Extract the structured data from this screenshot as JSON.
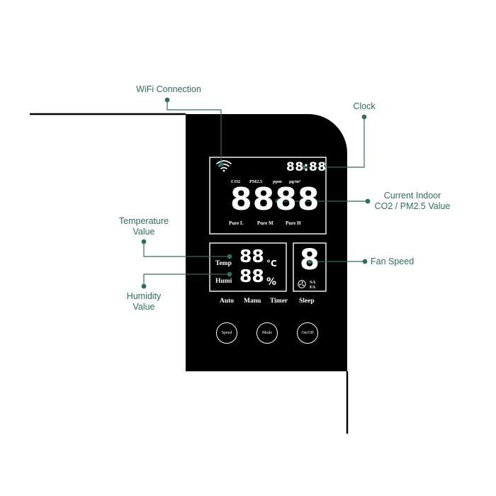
{
  "callouts": {
    "wifi": "WiFi Connection",
    "clock": "Clock",
    "indoor_line1": "Current Indoor",
    "indoor_line2": "CO2 / PM2.5 Value",
    "temp_line1": "Temperature",
    "temp_line2": "Value",
    "fan": "Fan Speed",
    "humi_line1": "Humidity",
    "humi_line2": "Value"
  },
  "display": {
    "clock": "88:88",
    "units": {
      "co2": "CO2",
      "pm25": "PM2.5",
      "ppm": "ppm",
      "ugm3": "μg/m³"
    },
    "main_value": "8888",
    "pure_levels": {
      "low": "Pure L",
      "medium": "Pure M",
      "high": "Pure H"
    },
    "temp_label": "Temp",
    "temp_value": "88",
    "temp_unit": "°C",
    "humi_label": "Humi",
    "humi_value": "88",
    "humi_unit": "%",
    "fan_digit": "8",
    "fan_mark_top": "SA",
    "fan_mark_bottom": "FA",
    "modes": {
      "auto": "Auto",
      "manu": "Manu",
      "timer": "Timer",
      "sleep": "Sleep"
    }
  },
  "buttons": {
    "speed": "Speed",
    "mode": "Mode",
    "onoff": "On/Off"
  },
  "colors": {
    "accent": "#2e6e5e",
    "panel": "#000000",
    "display": "#ffffff"
  }
}
